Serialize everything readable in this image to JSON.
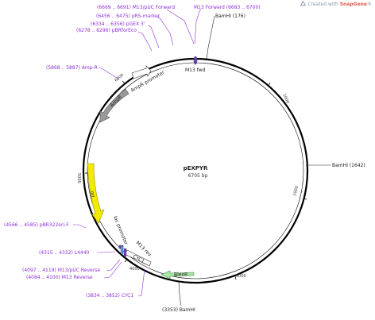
{
  "brand": {
    "text_prefix": "Created with",
    "text_name": "SnapGene",
    "trademark": "®",
    "colors": {
      "snap": "#8a9bb0",
      "gene": "#e05a4a"
    }
  },
  "plasmid": {
    "name": "pEXPYR",
    "size_label": "6705 bp"
  },
  "colors": {
    "purple_label": "#8c2fd6",
    "black_label": "#222222",
    "backbone": "#000000"
  },
  "sites": [
    {
      "id": "m13puc-fwd",
      "text": "(6669 .. 6691)  M13/pUC Forward",
      "color": "purple"
    },
    {
      "id": "m13-fwd",
      "text": "M13 Forward  (6683 .. 6700)",
      "color": "purple"
    },
    {
      "id": "prs-marker",
      "text": "(6456 .. 6475)  pRS-marker",
      "color": "purple"
    },
    {
      "id": "pgex3",
      "text": "(6334 .. 6356)  pGEX 3'",
      "color": "purple"
    },
    {
      "id": "pbrforeco",
      "text": "(6278 .. 6296)  pBRforEco",
      "color": "purple"
    },
    {
      "id": "bamhi-176",
      "text": "BamHI  (176)",
      "color": "black"
    },
    {
      "id": "ampr-site",
      "text": "(5868 .. 5887)  Amp-R",
      "color": "purple"
    },
    {
      "id": "bamhi-1642",
      "text": "BamHI  (1642)",
      "color": "black"
    },
    {
      "id": "pbr322ori",
      "text": "(4566 .. 4585)  pBR322ori-F",
      "color": "purple"
    },
    {
      "id": "l4440",
      "text": "(4315 .. 4332)  L4440",
      "color": "purple"
    },
    {
      "id": "m13puc-rev",
      "text": "(4097 .. 4119)  M13/pUC Reverse",
      "color": "purple"
    },
    {
      "id": "m13-rev-site",
      "text": "(4084 .. 4100)  M13 Reverse",
      "color": "purple"
    },
    {
      "id": "cyc1-site",
      "text": "(3834 .. 3852)  CYC1",
      "color": "purple"
    },
    {
      "id": "bamhi-3353",
      "text": "(3353)  BamHI",
      "color": "black"
    }
  ],
  "features": [
    {
      "id": "m13fwd",
      "label": "M13 fwd",
      "color": "#6a3fc0"
    },
    {
      "id": "ampr-promoter",
      "label": "AmpR promoter",
      "color": "#ffffff"
    },
    {
      "id": "ampr",
      "label": "AmpR",
      "color": "#9a9a9a"
    },
    {
      "id": "ori",
      "label": "ori",
      "color": "#f2ea00"
    },
    {
      "id": "lac-promoter",
      "label": "lac promoter",
      "color": "#ffffff"
    },
    {
      "id": "m13rev",
      "label": "M13 rev",
      "color": "#6a3fc0"
    },
    {
      "id": "cyc1",
      "label": "CYC1...",
      "color": "#ffffff"
    },
    {
      "id": "bleor",
      "label": "BleoR",
      "color": "#a8e6a8"
    }
  ],
  "ticks": [
    "1000",
    "2000",
    "3000",
    "4000",
    "5000",
    "6000"
  ]
}
